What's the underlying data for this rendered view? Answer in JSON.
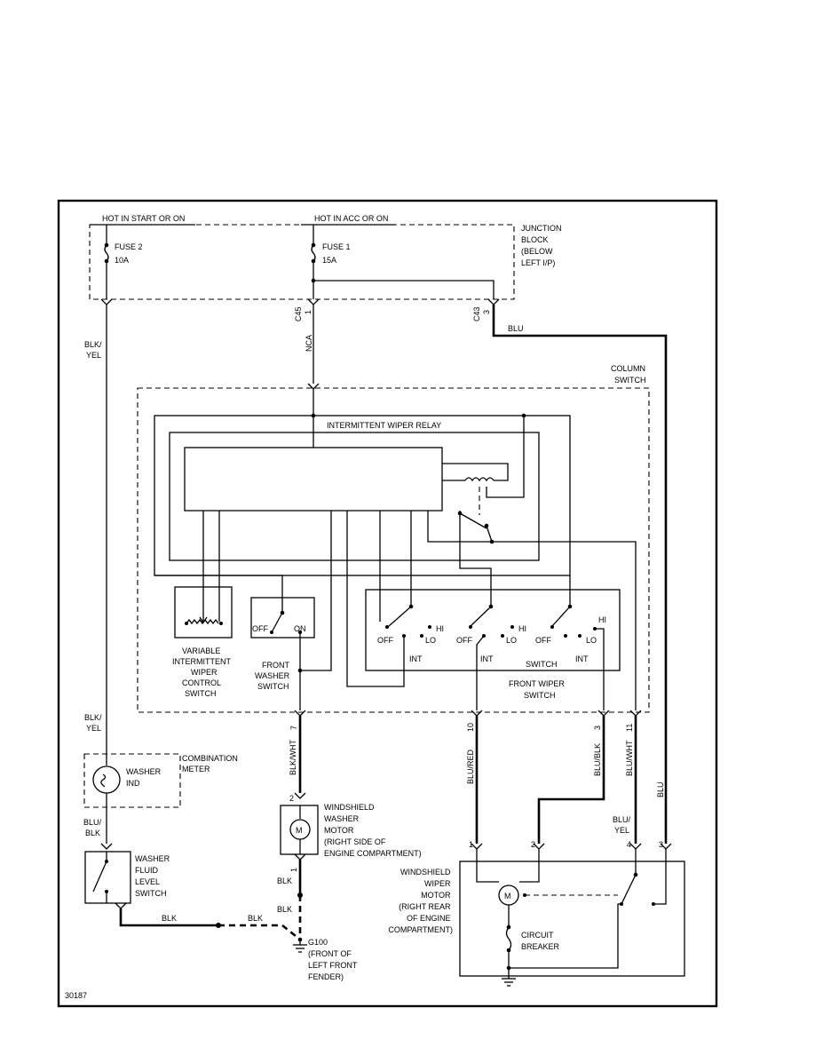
{
  "figure_id": "30187",
  "labels": {
    "hot_start": "HOT IN START OR ON",
    "hot_acc": "HOT IN ACC OR ON",
    "fuse2": "FUSE 2",
    "fuse2_rating": "10A",
    "fuse1": "FUSE 1",
    "fuse1_rating": "15A",
    "junction_block": [
      "JUNCTION",
      "BLOCK",
      "(BELOW",
      "LEFT I/P)"
    ],
    "c45": "C45",
    "c43": "C43",
    "c45_pin": "1",
    "c43_pin": "3",
    "wire_blk_yel_1": "BLK/",
    "wire_blk_yel_2": "YEL",
    "wire_nca": "NCA",
    "wire_blu": "BLU",
    "column_switch": [
      "COLUMN",
      "SWITCH"
    ],
    "relay": "INTERMITTENT WIPER RELAY",
    "var_switch": [
      "VARIABLE",
      "INTERMITTENT",
      "WIPER",
      "CONTROL",
      "SWITCH"
    ],
    "front_washer_switch": [
      "FRONT",
      "WASHER",
      "SWITCH"
    ],
    "off": "OFF",
    "on": "ON",
    "hi": "HI",
    "lo": "LO",
    "int": "INT",
    "switch": "SWITCH",
    "front_wiper_switch": [
      "FRONT WIPER",
      "SWITCH"
    ],
    "pin7": "7",
    "pin10": "10",
    "pin3": "3",
    "pin11": "11",
    "wire_blk_wht": "BLK/WHT",
    "wire_blu_red": "BLU/RED",
    "wire_blu_blk": "BLU/BLK",
    "wire_blu_wht": "BLU/WHT",
    "combination_meter": [
      "COMBINATION",
      "METER"
    ],
    "washer_ind": [
      "WASHER",
      "IND"
    ],
    "wire_blu_blk2_1": "BLU/",
    "wire_blu_blk2_2": "BLK",
    "washer_fluid_switch": [
      "WASHER",
      "FLUID",
      "LEVEL",
      "SWITCH"
    ],
    "windshield_washer_motor": [
      "WINDSHIELD",
      "WASHER",
      "MOTOR",
      "(RIGHT SIDE OF",
      "ENGINE COMPARTMENT)"
    ],
    "pin2": "2",
    "pin1": "1",
    "motor_m": "M",
    "wire_blk": "BLK",
    "g100": [
      "G100",
      "(FRONT OF",
      "LEFT FRONT",
      "FENDER)"
    ],
    "windshield_wiper_motor": [
      "WINDSHIELD",
      "WIPER",
      "MOTOR",
      "(RIGHT REAR",
      "OF ENGINE",
      "COMPARTMENT)"
    ],
    "wiper_pin1": "1",
    "wiper_pin2": "2",
    "wiper_pin4": "4",
    "wiper_pin3": "3",
    "wire_blu_yel_1": "BLU/",
    "wire_blu_yel_2": "YEL",
    "circuit_breaker": [
      "CIRCUIT",
      "BREAKER"
    ]
  }
}
